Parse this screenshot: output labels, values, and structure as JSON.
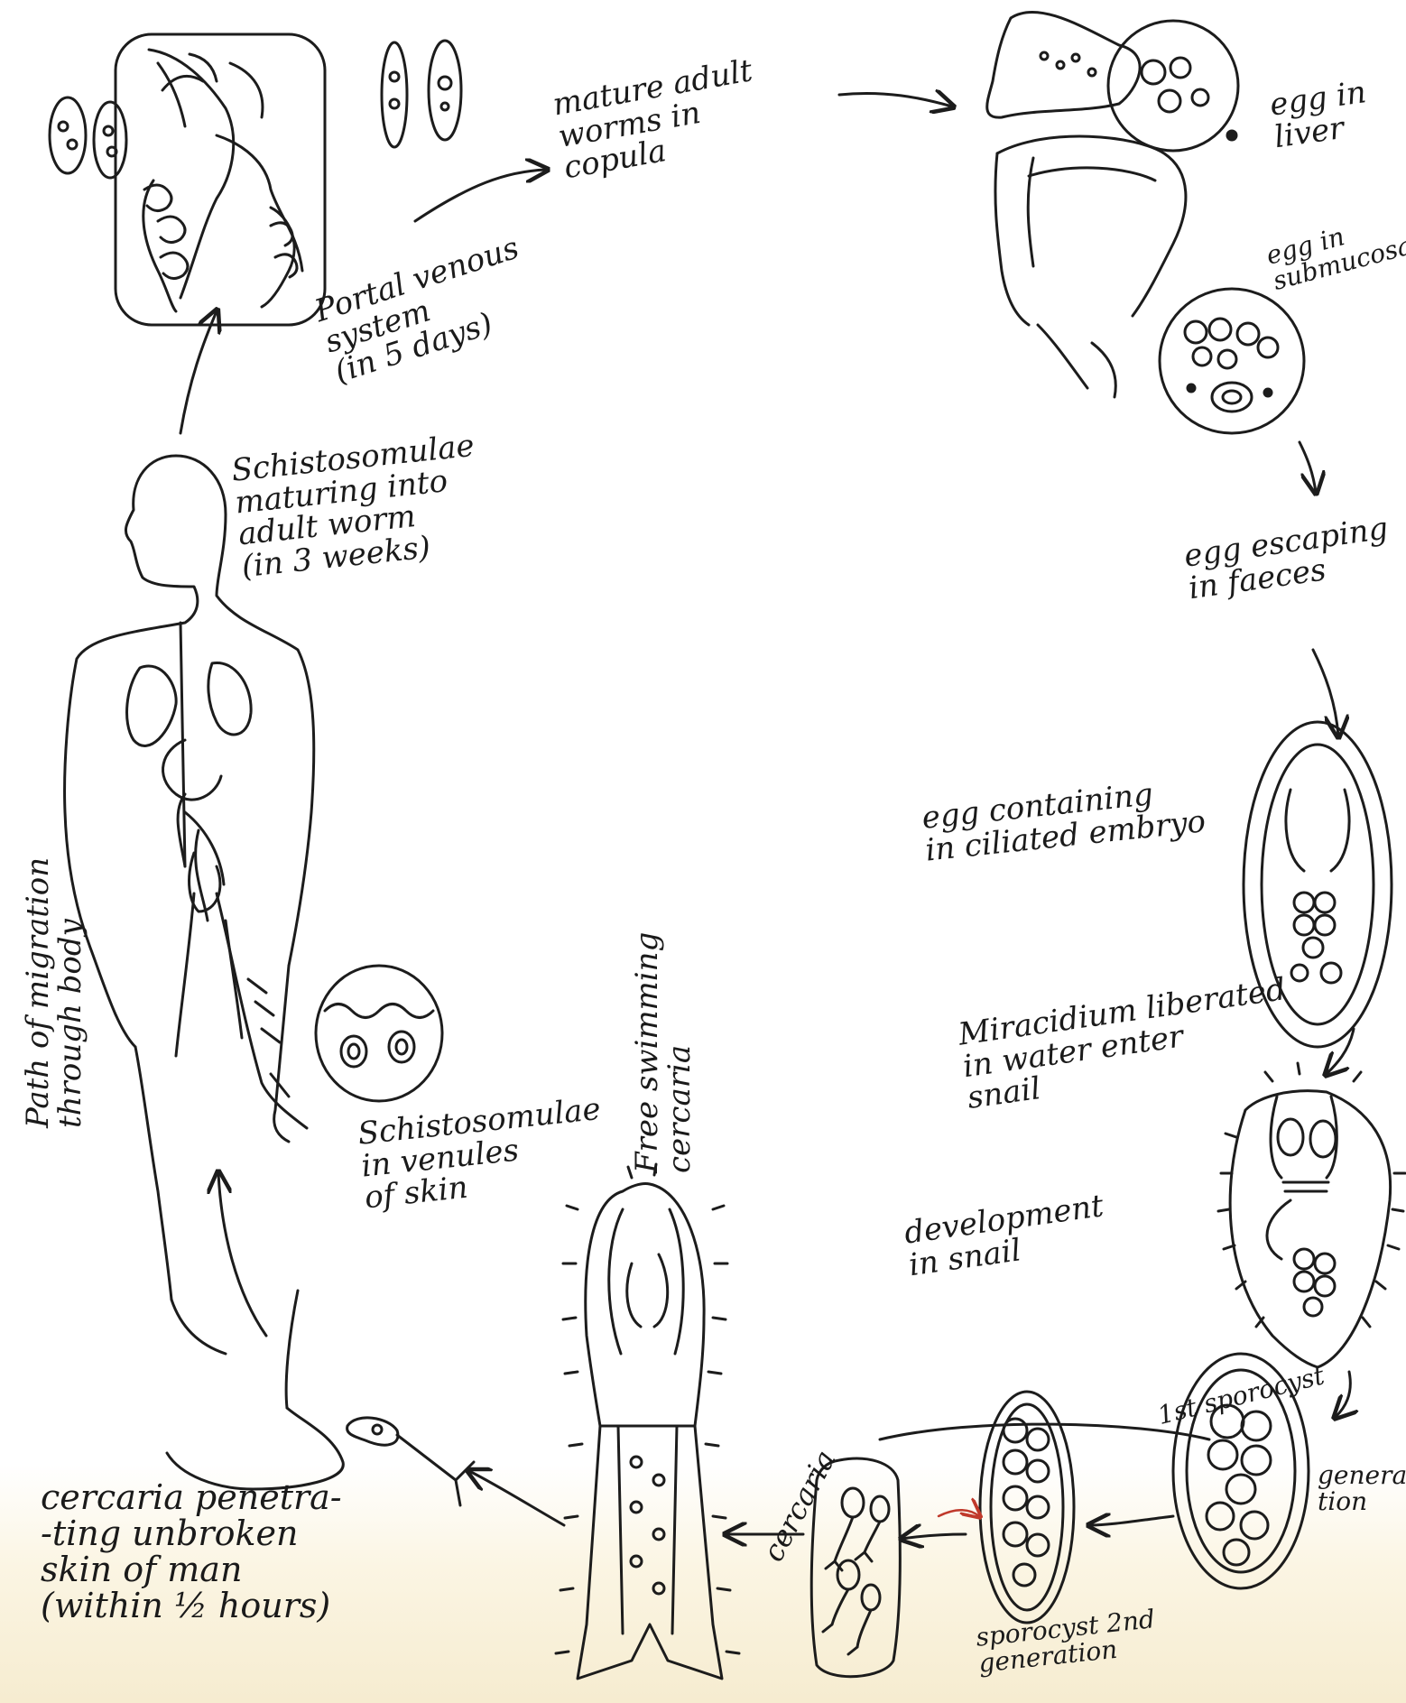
{
  "ink_color": "#1c1c1c",
  "accent_color": "#c0392b",
  "labels": {
    "mature_adult": "mature adult\nworms in\ncopula",
    "portal_venous": "Portal venous\nsystem\n(in 5 days)",
    "egg_in_liver": "egg in\nliver",
    "egg_in_submucosa": "egg in\nsubmucosa",
    "egg_escaping": "egg escaping\nin faeces",
    "schistosomulae_maturing": "Schistosomulae\nmaturing into\nadult worm\n(in 3 weeks)",
    "egg_containing": "egg containing\nin ciliated embryo",
    "path_of_migration": "Path of migration\nthrough body",
    "free_swimming": "Free swimming\ncercaria",
    "miracidium_liberated": "Miracidium liberated\nin water enter\nsnail",
    "schistosomulae_venules": "Schistosomulae\nin venules\nof skin",
    "development_in_snail": "development\nin snail",
    "first_sporocyst": "1st sporocyst",
    "generation": "genera-\ntion",
    "cercaria": "cercaria",
    "cercaria_penetrating": "cercaria penetra-\n-ting unbroken\nskin of man\n(within ½ hours)",
    "sporocyst_2nd_generation": "sporocyst 2nd\ngeneration"
  }
}
